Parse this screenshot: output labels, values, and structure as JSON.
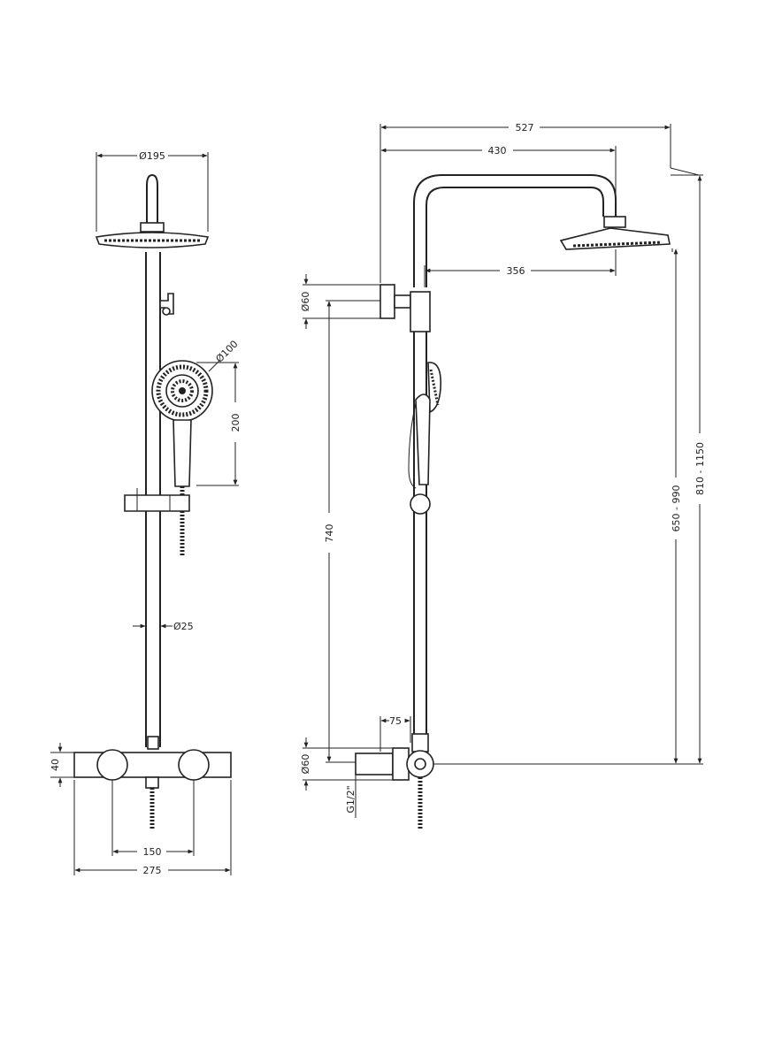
{
  "dimensions": {
    "head_diameter": "Ø195",
    "handset_diameter": "Ø100",
    "handset_length": "200",
    "riser_diameter": "Ø25",
    "valve_height": "40",
    "inlet_centres": "150",
    "valve_width": "275",
    "overall_projection": "527",
    "arm_projection": "430",
    "head_to_riser": "356",
    "bracket_diameter": "Ø60",
    "riser_length": "740",
    "outlet_offset": "75",
    "inlet_diameter": "Ø60",
    "inlet_thread": "G1/2\"",
    "head_height_range": "650 - 990",
    "overall_height_range": "810 - 1150"
  },
  "colors": {
    "line": "#222222",
    "background": "#ffffff"
  }
}
